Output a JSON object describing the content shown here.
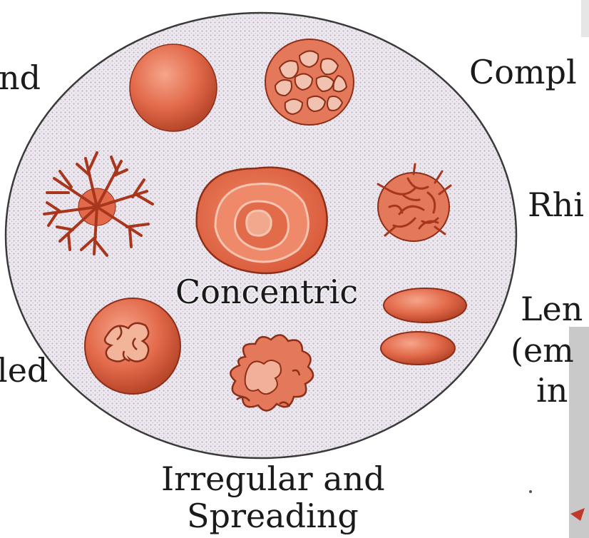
{
  "labels": {
    "round": "nd",
    "complex": "Compl",
    "rhizoid": "Rhi",
    "lenticular_line1": "Len",
    "lenticular_line2": "(em",
    "lenticular_line3": "in",
    "folded": "led",
    "concentric": "Concentric",
    "irregular_line1": "Irregular and",
    "irregular_line2": "Spreading"
  },
  "colors": {
    "dish_fill": "#e9e4ea",
    "dish_stroke": "#3a3a3a",
    "colony_fill": "#e2694a",
    "colony_dark": "#a8361c",
    "colony_light": "#f3a07e"
  }
}
